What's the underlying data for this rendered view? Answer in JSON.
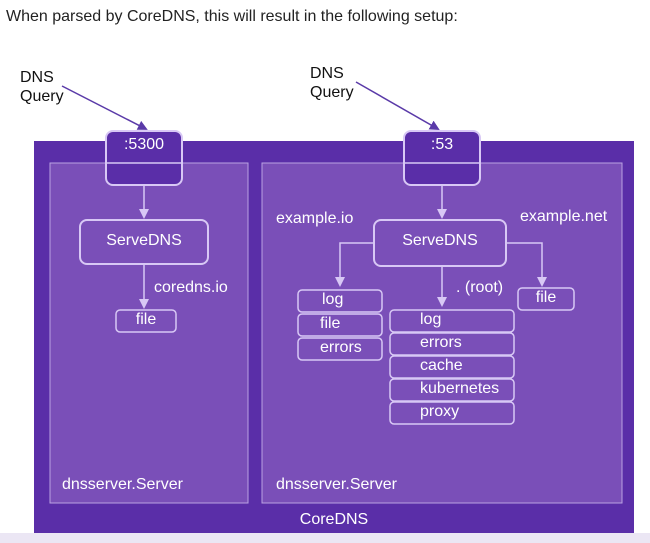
{
  "intro_text": "When parsed by CoreDNS, this will result in the following setup:",
  "colors": {
    "outer": "#5a2ea8",
    "inner": "#7a4fb8",
    "stroke": "#d8c8f5",
    "arrow": "#5a3aa8"
  },
  "external": {
    "left_query": [
      "DNS",
      "Query"
    ],
    "right_query": [
      "DNS",
      "Query"
    ]
  },
  "app_label": "CoreDNS",
  "left_server": {
    "port": ":5300",
    "handler": "ServeDNS",
    "zone_label": "coredns.io",
    "plugins": [
      "file"
    ],
    "server_label": "dnsserver.Server"
  },
  "right_server": {
    "port": ":53",
    "handler": "ServeDNS",
    "zones": {
      "left": {
        "label": "example.io",
        "plugins": [
          "log",
          "file",
          "errors"
        ]
      },
      "center": {
        "label": ". (root)",
        "plugins": [
          "log",
          "errors",
          "cache",
          "kubernetes",
          "proxy"
        ]
      },
      "right": {
        "label": "example.net",
        "plugins": [
          "file"
        ]
      }
    },
    "server_label": "dnsserver.Server"
  }
}
